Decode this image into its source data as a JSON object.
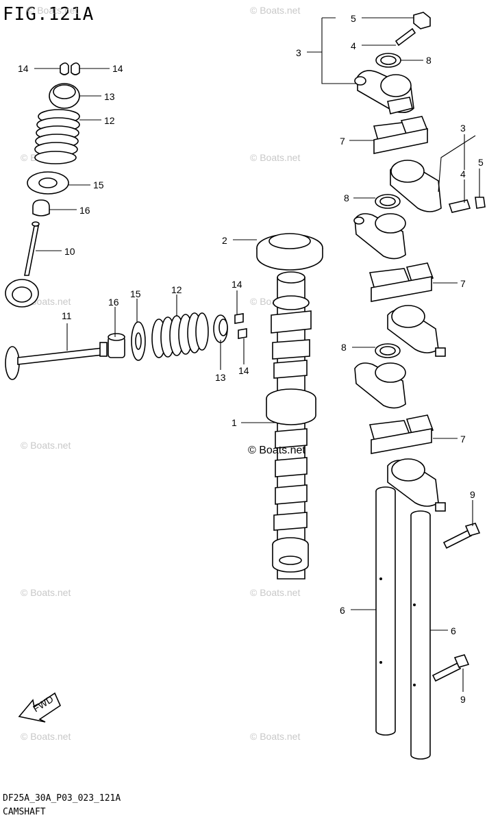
{
  "figure": {
    "title": "FIG.121A",
    "code": "DF25A_30A_P03_023_121A",
    "name": "CAMSHAFT"
  },
  "watermark": "© Boats.net",
  "fwd_label": "FWD",
  "callouts": {
    "c1": "1",
    "c2": "2",
    "c3a": "3",
    "c3b": "3",
    "c4a": "4",
    "c4b": "4",
    "c5a": "5",
    "c5b": "5",
    "c6a": "6",
    "c6b": "6",
    "c7a": "7",
    "c7b": "7",
    "c7c": "7",
    "c8a": "8",
    "c8b": "8",
    "c8c": "8",
    "c9a": "9",
    "c9b": "9",
    "c10": "10",
    "c11": "11",
    "c12a": "12",
    "c12b": "12",
    "c13a": "13",
    "c13b": "13",
    "c14a": "14",
    "c14b": "14",
    "c14c": "14",
    "c14d": "14",
    "c15a": "15",
    "c15b": "15",
    "c16a": "16",
    "c16b": "16"
  }
}
